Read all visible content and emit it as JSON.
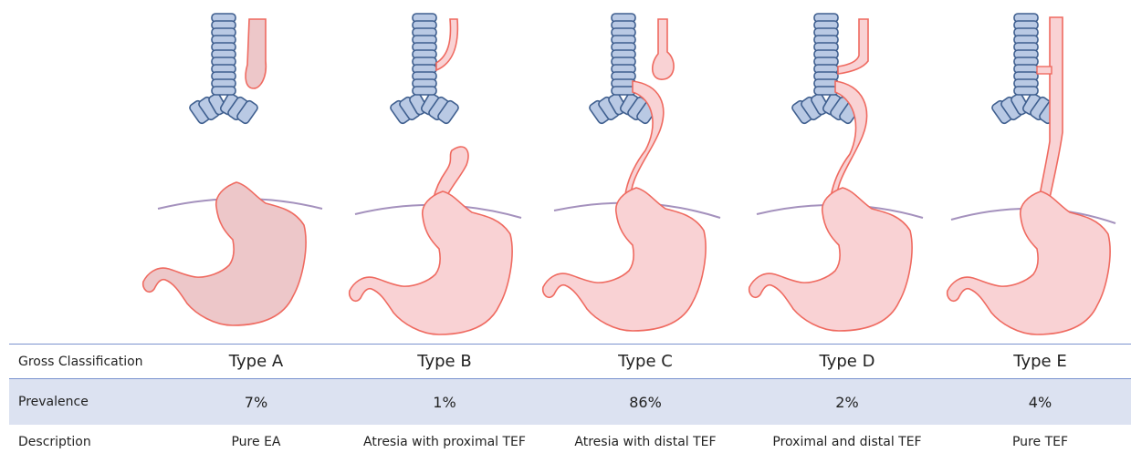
{
  "table": {
    "row_headers": {
      "classification": "Gross Classification",
      "prevalence": "Prevalence",
      "description": "Description"
    },
    "types": [
      {
        "name": "Type A",
        "prevalence": "7%",
        "description": "Pure EA"
      },
      {
        "name": "Type B",
        "prevalence": "1%",
        "description": "Atresia with proximal TEF"
      },
      {
        "name": "Type C",
        "prevalence": "86%",
        "description": "Atresia with distal TEF"
      },
      {
        "name": "Type D",
        "prevalence": "2%",
        "description": "Proximal and distal TEF"
      },
      {
        "name": "Type E",
        "prevalence": "4%",
        "description": "Pure TEF"
      }
    ]
  },
  "colors": {
    "trachea_fill": "#b9c9e4",
    "trachea_stroke": "#3f5f8f",
    "tissue_fill": "#f9d2d4",
    "tissue_fill_type_a": "#edc7c9",
    "tissue_stroke": "#ef6a60",
    "diaphragm": "#a491bd",
    "table_band": "#dce2f1",
    "table_rule": "#7b93cf"
  }
}
